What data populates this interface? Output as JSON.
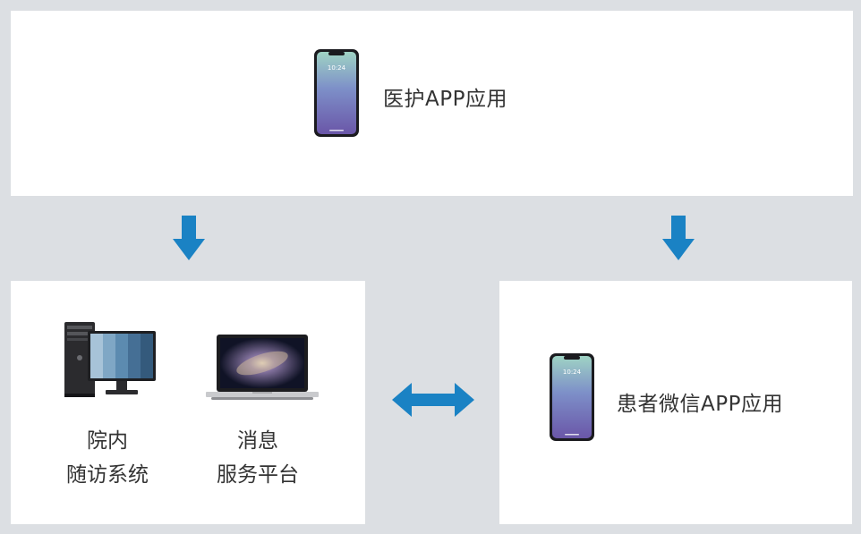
{
  "top": {
    "title": "医护APP应用",
    "phone_time": "10:24"
  },
  "left": {
    "system1": {
      "line1": "院内",
      "line2": "随访系统"
    },
    "system2": {
      "line1": "消息",
      "line2": "服务平台"
    }
  },
  "right": {
    "title": "患者微信APP应用",
    "phone_time": "10:24"
  },
  "colors": {
    "arrow": "#1a82c4",
    "background": "#dcdfe3",
    "panel": "#ffffff",
    "text": "#333333"
  },
  "icons": [
    "smartphone-icon",
    "desktop-computer-icon",
    "laptop-icon",
    "down-arrow-icon",
    "double-arrow-icon"
  ]
}
